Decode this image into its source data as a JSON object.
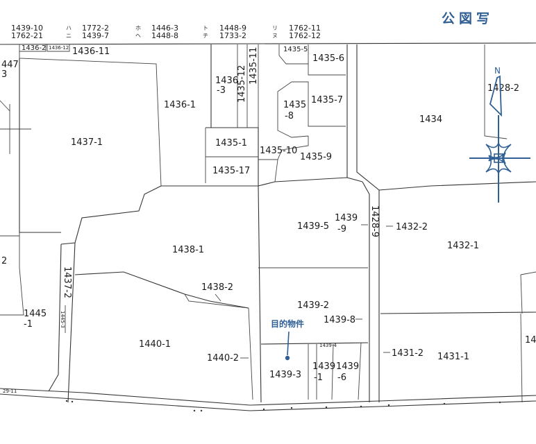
{
  "title": "公図写",
  "header_refs": [
    {
      "a": "1439-10",
      "b": "1762-21"
    },
    {
      "ka": "ハ",
      "kb": "ニ",
      "a": "1772-2",
      "b": "1439-7"
    },
    {
      "ka": "ホ",
      "kb": "ヘ",
      "a": "1446-3",
      "b": "1448-8"
    },
    {
      "ka": "ト",
      "kb": "チ",
      "a": "1448-9",
      "b": "1733-2"
    },
    {
      "ka": "リ",
      "kb": "ヌ",
      "a": "1762-11",
      "b": "1762-12"
    }
  ],
  "compass_label": "N",
  "target_label": "目的物件",
  "parcels": {
    "p1436_2": "1436-2",
    "p1436_12": "1436-12",
    "p1436_11": "1436-11",
    "p1447_3a": "447",
    "p1447_3b": "3",
    "p1436_1": "1436-1",
    "p1437_1": "1437-1",
    "p1436_3a": "1436",
    "p1436_3b": "-3",
    "p1435_12": "1435-12",
    "p1435_11": "1435-11",
    "p1435_5": "1435-5",
    "p1435_6": "1435-6",
    "p1435_7": "1435-7",
    "p1435_8a": "1435",
    "p1435_8b": "-8",
    "p1435_1": "1435-1",
    "p1435_10": "1435-10",
    "p1435_9": "1435-9",
    "p1435_17": "1435-17",
    "p1428_2": "1428-2",
    "p1434": "1434",
    "p1439_5": "1439-5",
    "p1439_9a": "1439",
    "p1439_9b": "-9",
    "p1428_9": "1428-9",
    "p1432_2": "1432-2",
    "p1432_1": "1432-1",
    "p1438_1": "1438-1",
    "p1437_2": "1437-2",
    "p1438_2": "1438-2",
    "p1439_2": "1439-2",
    "p1439_8": "1439-8",
    "p1445_1a": "1445",
    "p1445_1b": "-1",
    "p1445_3": "1445-3",
    "p2": "2",
    "p1440_1": "1440-1",
    "p1440_2": "1440-2",
    "p1439_4": "1439-4",
    "p1439_3": "1439-3",
    "p1439_1a": "1439",
    "p1439_1b": "-1",
    "p1439_6a": "1439",
    "p1439_6b": "-6",
    "p1431_2": "1431-2",
    "p1431_1": "1431-1",
    "p14_edge": "14",
    "p29_11": "29-11"
  },
  "colors": {
    "ink": "#333333",
    "accent_blue": "#2f5f95",
    "paper": "#ffffff"
  }
}
